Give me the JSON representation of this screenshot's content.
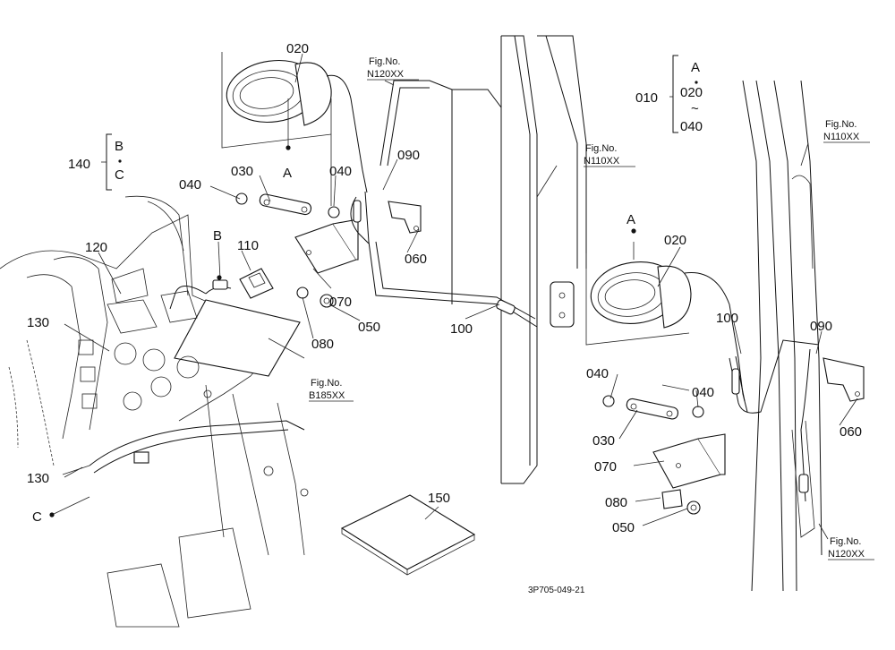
{
  "callouts": {
    "top_lamp": "020",
    "right_lamp": "020",
    "group_010": "010",
    "group_140": "140",
    "top_040_left": "040",
    "top_030": "030",
    "top_040_right": "040",
    "top_090": "090",
    "top_060": "060",
    "top_070": "070",
    "top_050": "050",
    "top_080": "080",
    "top_100": "100",
    "p110": "110",
    "p120": "120",
    "p130_top": "130",
    "p130_bottom": "130",
    "right_100": "100",
    "right_090": "090",
    "right_060": "060",
    "right_040_left": "040",
    "right_040_right": "040",
    "right_030": "030",
    "right_070": "070",
    "right_080": "080",
    "right_050": "050",
    "p150": "150"
  },
  "group_010": {
    "top": "A",
    "mid": "020",
    "bottom": "040",
    "sep": "~"
  },
  "group_140": {
    "top": "B",
    "bottom": "C"
  },
  "points": {
    "a_top": "A",
    "a_right": "A",
    "b": "B",
    "c": "C"
  },
  "fig_refs": {
    "n120_top": {
      "line1": "Fig.No.",
      "line2": "N120XX"
    },
    "n110_mid": {
      "line1": "Fig.No.",
      "line2": "N110XX"
    },
    "n110_right": {
      "line1": "Fig.No.",
      "line2": "N110XX"
    },
    "b185": {
      "line1": "Fig.No.",
      "line2": "B185XX"
    },
    "n120_bottom": {
      "line1": "Fig.No.",
      "line2": "N120XX"
    }
  },
  "drawing_code": "3P705-049-21"
}
